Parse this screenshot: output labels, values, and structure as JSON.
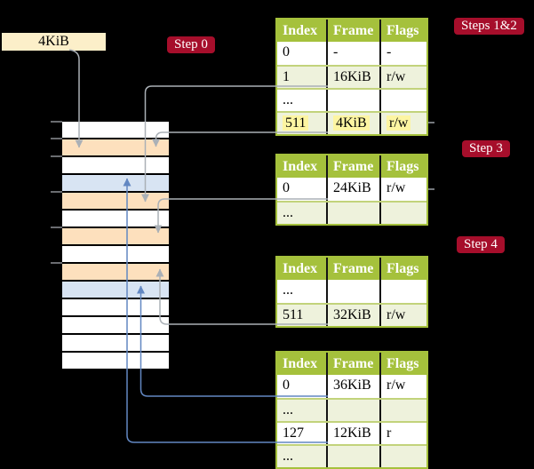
{
  "colors": {
    "background": "#000000",
    "badge_red": "#a60e2b",
    "table_header_green": "#a5c13c",
    "table_shaded_row_green": "#eef2dc",
    "highlight_yellow": "#fdf5a2",
    "memory_frame_peach": "#fde0bd",
    "memory_frame_blue": "#d8e4f3",
    "size_box_cream": "#fcefc9",
    "arrow_gray": "#aab0b6",
    "arrow_blue": "#6287c2"
  },
  "size_box": {
    "label": "4KiB"
  },
  "badges": {
    "step0": "Step 0",
    "steps12": "Steps 1&2",
    "step3": "Step 3",
    "step4": "Step 4"
  },
  "tables": [
    {
      "name": "root-page-table-steps-1-2",
      "headers": [
        "Index",
        "Frame",
        "Flags"
      ],
      "rows": [
        {
          "cells": [
            "0",
            "-",
            "-"
          ],
          "shaded": false,
          "highlight": false
        },
        {
          "cells": [
            "1",
            "16KiB",
            "r/w"
          ],
          "shaded": true,
          "highlight": false
        },
        {
          "cells": [
            "...",
            "",
            ""
          ],
          "shaded": false,
          "highlight": false
        },
        {
          "cells": [
            "511",
            "4KiB",
            "r/w"
          ],
          "shaded": true,
          "highlight": true
        }
      ]
    },
    {
      "name": "page-table-step-3",
      "headers": [
        "Index",
        "Frame",
        "Flags"
      ],
      "rows": [
        {
          "cells": [
            "0",
            "24KiB",
            "r/w"
          ],
          "shaded": false,
          "highlight": false
        },
        {
          "cells": [
            "...",
            "",
            ""
          ],
          "shaded": true,
          "highlight": false
        }
      ]
    },
    {
      "name": "page-table-step-4",
      "headers": [
        "Index",
        "Frame",
        "Flags"
      ],
      "rows": [
        {
          "cells": [
            "...",
            "",
            ""
          ],
          "shaded": false,
          "highlight": false
        },
        {
          "cells": [
            "511",
            "32KiB",
            "r/w"
          ],
          "shaded": true,
          "highlight": false
        }
      ]
    },
    {
      "name": "leaf-page-table",
      "headers": [
        "Index",
        "Frame",
        "Flags"
      ],
      "rows": [
        {
          "cells": [
            "0",
            "36KiB",
            "r/w"
          ],
          "shaded": false,
          "highlight": false
        },
        {
          "cells": [
            "...",
            "",
            ""
          ],
          "shaded": true,
          "highlight": false
        },
        {
          "cells": [
            "127",
            "12KiB",
            "r"
          ],
          "shaded": false,
          "highlight": false
        },
        {
          "cells": [
            "...",
            "",
            ""
          ],
          "shaded": true,
          "highlight": false
        }
      ]
    }
  ],
  "memory": {
    "rows": [
      "white",
      "peach",
      "white",
      "blue",
      "peach",
      "white",
      "peach",
      "white",
      "peach",
      "blue",
      "white",
      "white",
      "white",
      "white"
    ]
  }
}
